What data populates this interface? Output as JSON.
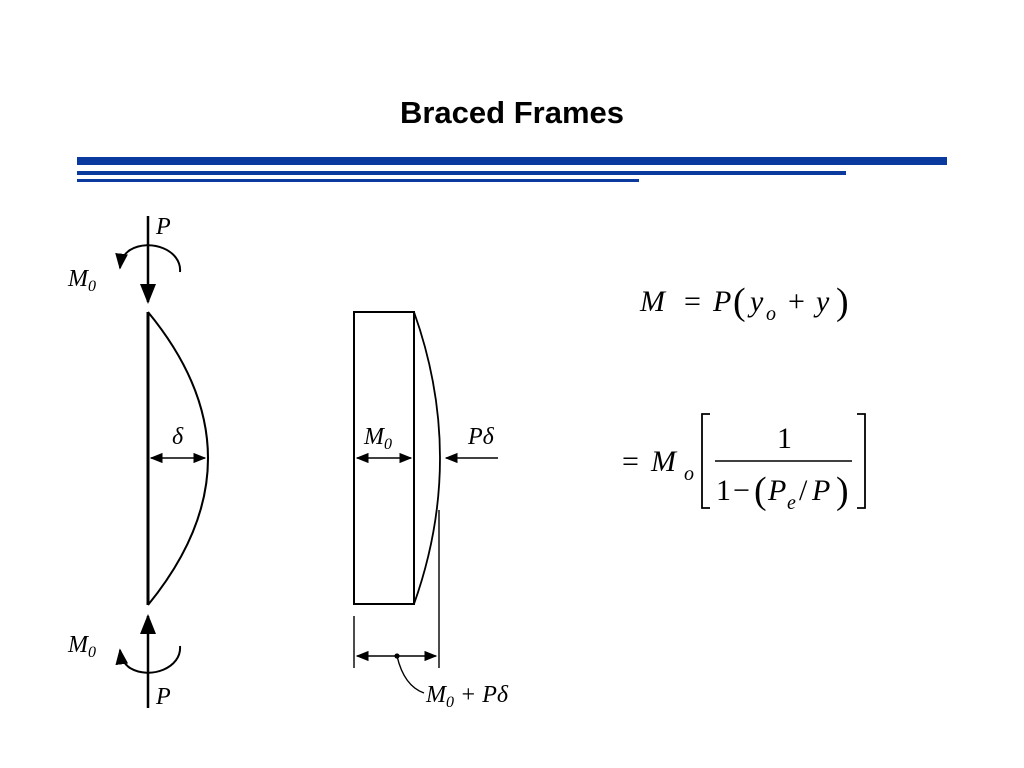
{
  "slide": {
    "title": "Braced Frames",
    "rule_color": "#0b3a9e"
  },
  "diagram": {
    "left_column": {
      "load_top": "P",
      "moment_top_symbol": "M",
      "moment_top_sub": "0",
      "deflection": "δ",
      "moment_bottom_symbol": "M",
      "moment_bottom_sub": "0",
      "load_bottom": "P"
    },
    "moment_diagram": {
      "inner_label_symbol": "M",
      "inner_label_sub": "0",
      "outer_label": "Pδ",
      "total_symbol": "M",
      "total_sub": "0",
      "total_suffix": " + Pδ"
    }
  },
  "equations": {
    "eq1": {
      "lhs": "M",
      "eq": "=",
      "p": "P",
      "lp": "(",
      "y": "y",
      "sub_o": "o",
      "plus": "+",
      "y2": "y",
      "rp": ")"
    },
    "eq2": {
      "eq": "=",
      "m": "M",
      "sub_o": "o",
      "lb": "[",
      "num": "1",
      "one": "1",
      "minus": "−",
      "lp": "(",
      "pe": "P",
      "sub_e": "e",
      "slash": "/",
      "p": "P",
      "rp": ")",
      "rb": "]"
    }
  }
}
